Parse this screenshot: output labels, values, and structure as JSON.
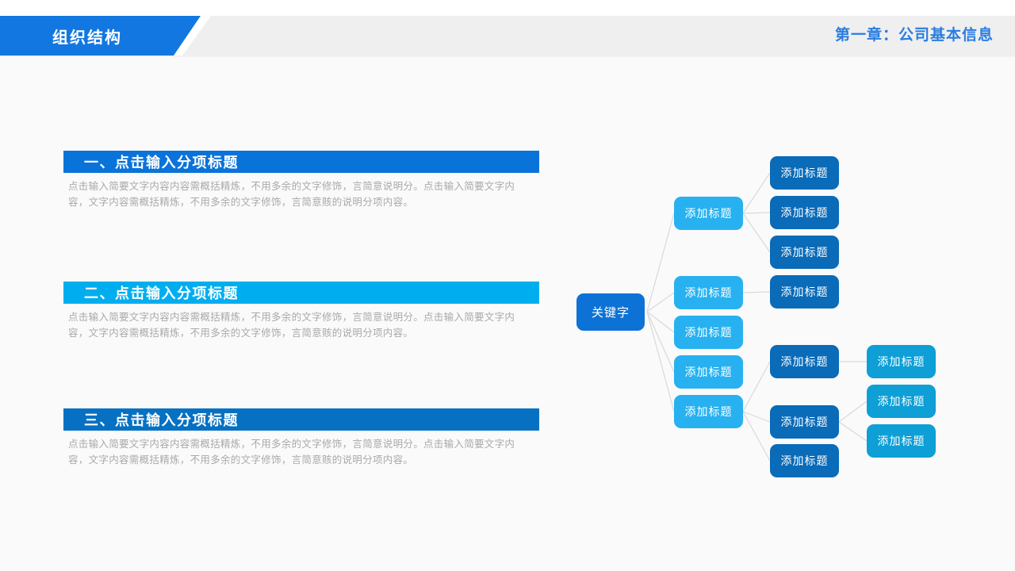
{
  "header": {
    "ribbon_title": "组织结构",
    "chapter_label": "第一章：公司基本信息",
    "colors": {
      "ribbon": "#1277e0",
      "bar_gray": "#efefef",
      "chapter_text": "#2a7de0"
    }
  },
  "sections": [
    {
      "title": "一、点击输入分项标题",
      "bar_color": "#0a73d9",
      "body": "点击输入简要文字内容内容需概括精炼，不用多余的文字修饰，言简意说明分。点击输入简要文字内容，文字内容需概括精炼，不用多余的文字修饰，言简意赅的说明分项内容。"
    },
    {
      "title": "二、点击输入分项标题",
      "bar_color": "#00aeef",
      "body": "点击输入简要文字内容内容需概括精炼，不用多余的文字修饰，言简意说明分。点击输入简要文字内容，文字内容需概括精炼，不用多余的文字修饰，言简意赅的说明分项内容。"
    },
    {
      "title": "三、点击输入分项标题",
      "bar_color": "#0671c3",
      "body": "点击输入简要文字内容内容需概括精炼，不用多余的文字修饰，言简意说明分。点击输入简要文字内容，文字内容需概括精炼，不用多余的文字修饰，言简意赅的说明分项内容。"
    }
  ],
  "org_chart": {
    "colors": {
      "root": "#0d72d6",
      "level2": "#27b1f0",
      "level3": "#0a6bb8",
      "level4": "#0d9fd6",
      "connector": "#d9d9d9"
    },
    "root": {
      "label": "关键字"
    },
    "level2": [
      {
        "label": "添加标题"
      },
      {
        "label": "添加标题"
      },
      {
        "label": "添加标题"
      },
      {
        "label": "添加标题"
      },
      {
        "label": "添加标题"
      }
    ],
    "level3": [
      {
        "label": "添加标题"
      },
      {
        "label": "添加标题"
      },
      {
        "label": "添加标题"
      },
      {
        "label": "添加标题"
      },
      {
        "label": "添加标题"
      },
      {
        "label": "添加标题"
      },
      {
        "label": "添加标题"
      }
    ],
    "level4": [
      {
        "label": "添加标题"
      },
      {
        "label": "添加标题"
      },
      {
        "label": "添加标题"
      }
    ]
  }
}
